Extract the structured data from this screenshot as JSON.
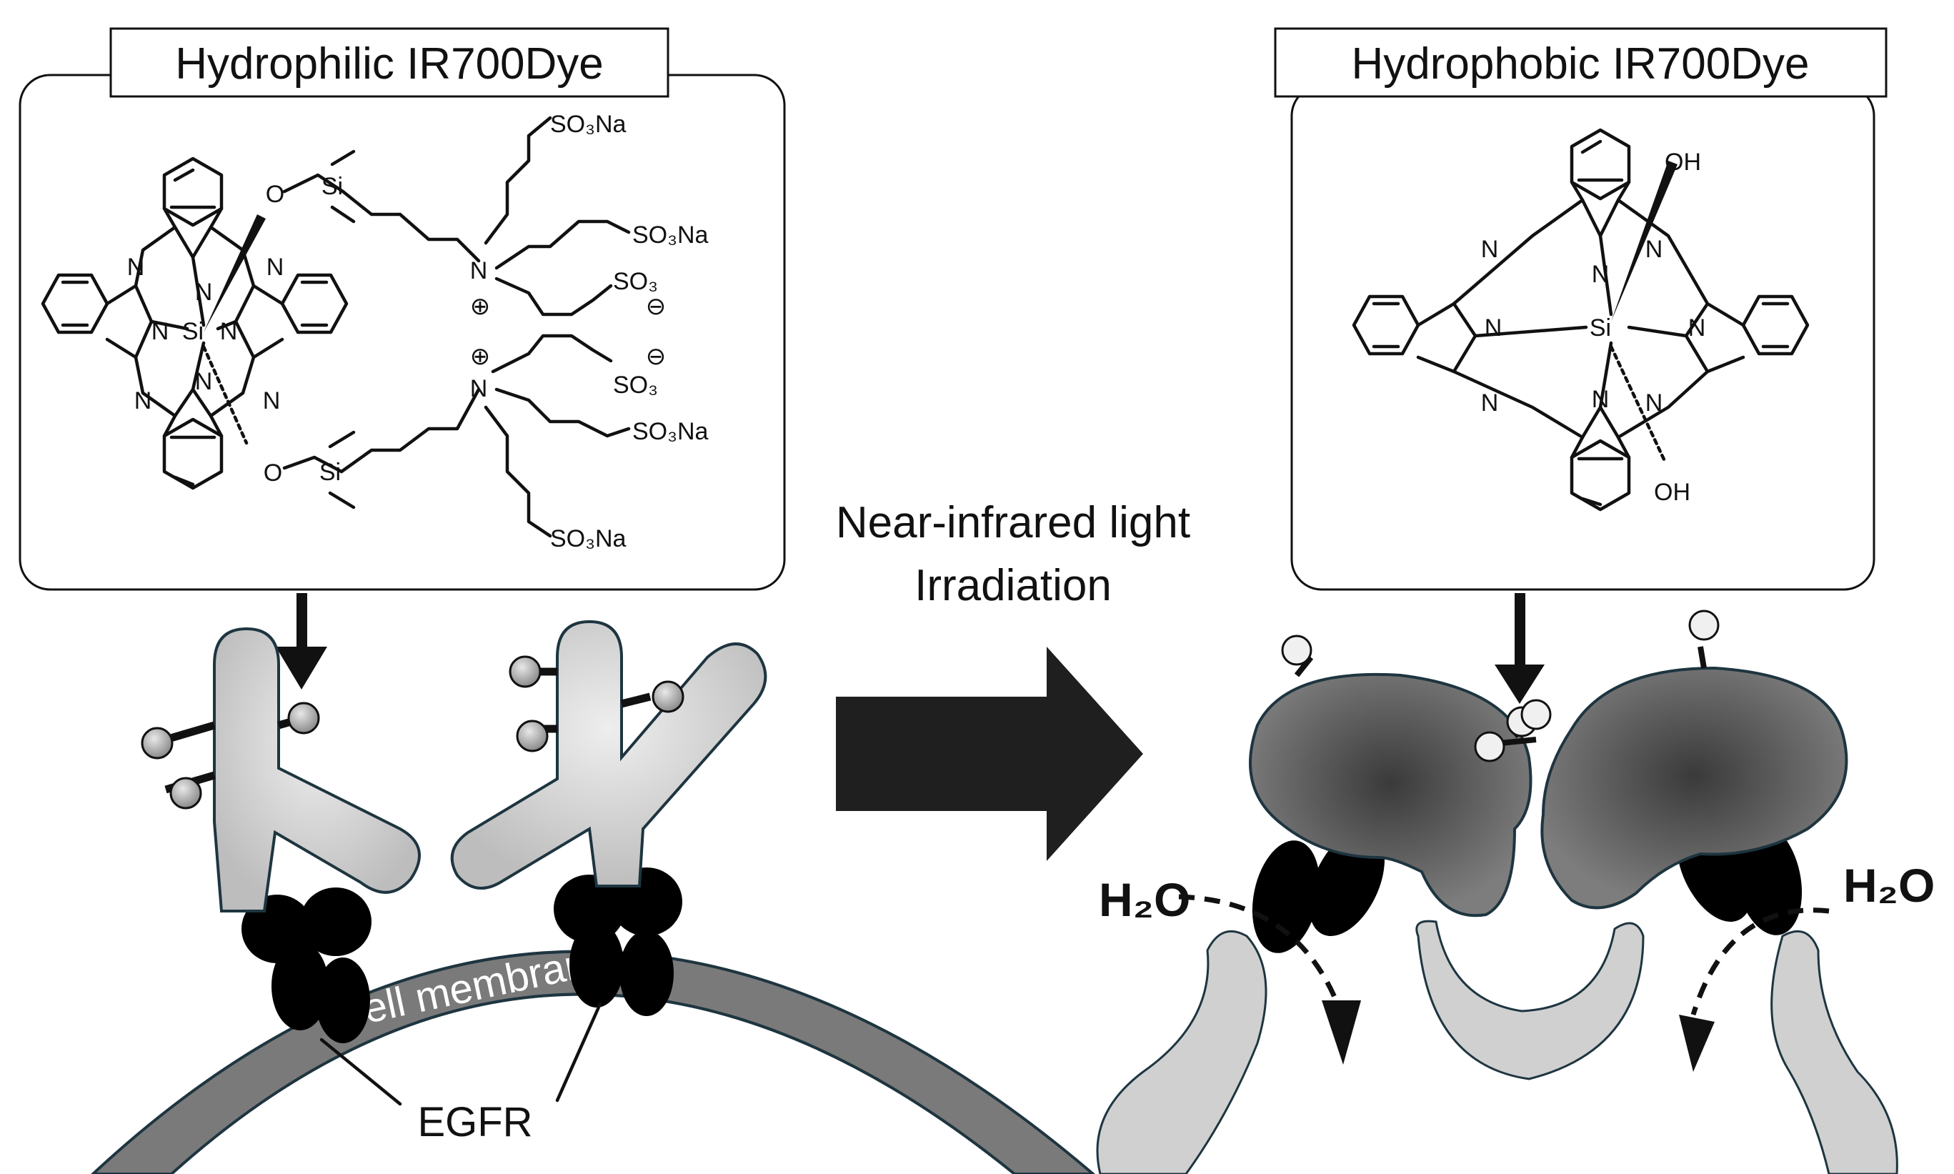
{
  "panel_left": {
    "title": "Hydrophilic IR700Dye",
    "atoms": {
      "si": "Si",
      "n": "N",
      "o": "O",
      "so3na": "SO₃Na",
      "so3": "SO₃",
      "plus": "⊕",
      "minus": "⊖"
    }
  },
  "panel_right": {
    "title": "Hydrophobic IR700Dye",
    "atoms": {
      "si": "Si",
      "n": "N",
      "oh": "OH"
    }
  },
  "process": {
    "line1": "Near-infrared light",
    "line2": "Irradiation"
  },
  "labels": {
    "membrane": "Cell membrane",
    "receptor": "EGFR",
    "water": "H₂O"
  },
  "colors": {
    "membrane": "#7a7a7a",
    "antibody": "#d4d4d4",
    "receptor": "#000000",
    "aggregate": "#5e5e5e",
    "arrow": "#1f1f1f",
    "outline": "#1e3540"
  }
}
